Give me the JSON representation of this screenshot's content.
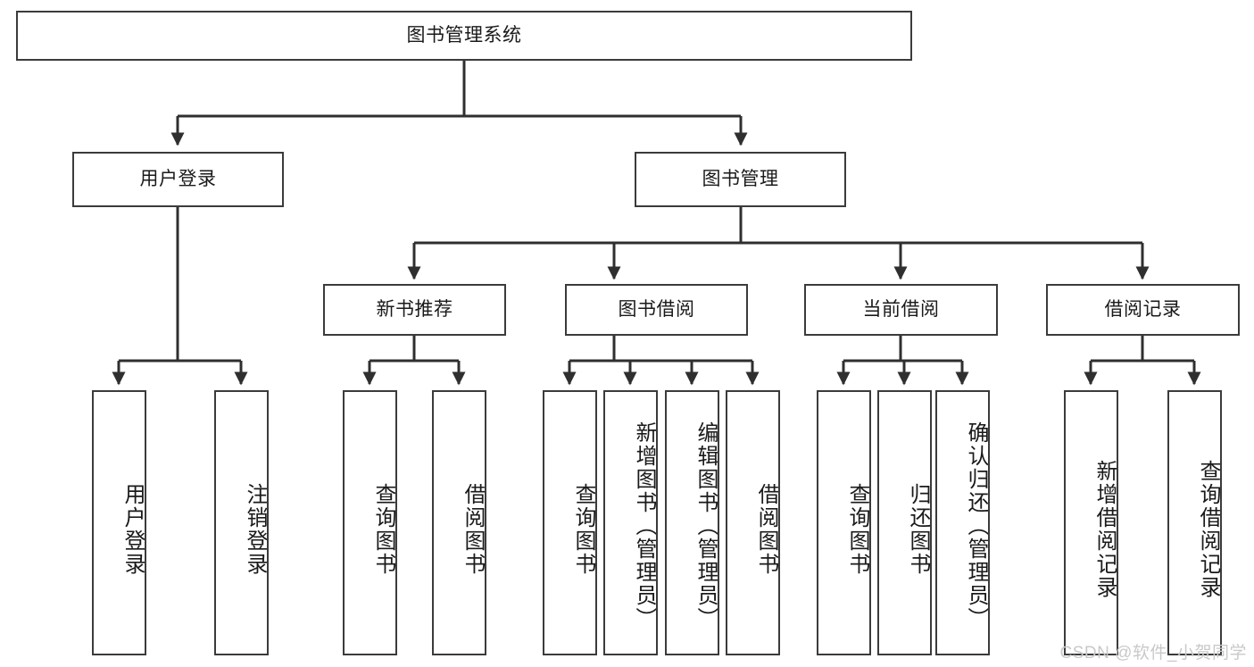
{
  "diagram": {
    "type": "tree",
    "title": "图书管理系统",
    "watermark": "CSDN @软件_小贺同学",
    "colors": {
      "box_border": "#3b3b3b",
      "box_fill": "#ffffff",
      "connector": "#2f2f2f",
      "text": "#1a1a1a",
      "watermark": "#c9c9c9",
      "background": "#ffffff"
    },
    "root": {
      "label": "图书管理系统"
    },
    "level2": [
      {
        "label": "用户登录"
      },
      {
        "label": "图书管理"
      }
    ],
    "level3": [
      {
        "label": "新书推荐"
      },
      {
        "label": "图书借阅"
      },
      {
        "label": "当前借阅"
      },
      {
        "label": "借阅记录"
      }
    ],
    "leaves": {
      "user_login": [
        {
          "label": "用户登录"
        },
        {
          "label": "注销登录"
        }
      ],
      "new_book_recommend": [
        {
          "label": "查询图书"
        },
        {
          "label": "借阅图书"
        }
      ],
      "book_borrow": [
        {
          "label": "查询图书"
        },
        {
          "label": "新增图书（管理员）"
        },
        {
          "label": "编辑图书（管理员）"
        },
        {
          "label": "借阅图书"
        }
      ],
      "current_borrow": [
        {
          "label": "查询图书"
        },
        {
          "label": "归还图书"
        },
        {
          "label": "确认归还（管理员）"
        }
      ],
      "borrow_record": [
        {
          "label": "新增借阅记录"
        },
        {
          "label": "查询借阅记录"
        }
      ]
    }
  }
}
